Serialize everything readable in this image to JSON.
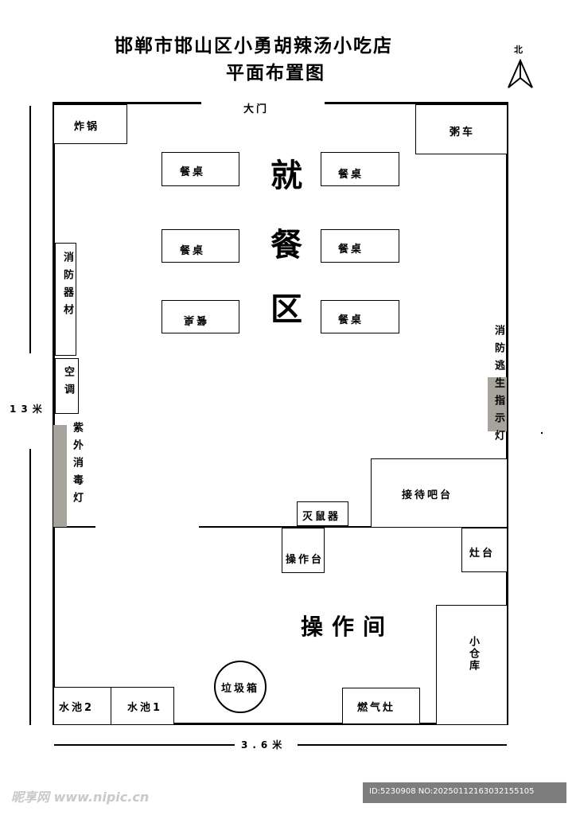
{
  "title": {
    "line1": "邯郸市邯山区小勇胡辣汤小吃店",
    "line2": "平面布置图"
  },
  "north": {
    "label": "北",
    "icon": "north-arrow-icon"
  },
  "entrance": "大门",
  "zones": {
    "dining": [
      "就",
      "餐",
      "区"
    ],
    "kitchen": "操作间"
  },
  "fixtures": {
    "fryer": "炸锅",
    "porridge_cart": "粥车",
    "fire_equipment": "消防器材",
    "air_conditioner": "空调",
    "uv_lamp": "紫外消毒灯",
    "exit_sign": "消防逃生指示灯",
    "reception_bar": "接待吧台",
    "rat_killer": "灭鼠器",
    "work_table": "操作台",
    "stove_counter": "灶台",
    "storage": "小仓库",
    "trash_bin": "垃圾箱",
    "gas_stove": "燃气灶",
    "sink1": "水池1",
    "sink2": "水池2"
  },
  "tables": [
    "餐桌",
    "餐桌",
    "餐桌",
    "餐桌",
    "餐桌",
    "餐桌"
  ],
  "dimensions": {
    "height": "13米",
    "width": "3.6米"
  },
  "watermark": {
    "site": "昵享网 www.nipic.cn",
    "id": "ID:5230908 NO:20250112163032155105"
  },
  "colors": {
    "wall": "#000000",
    "lamp_grey": "#a7a39d",
    "id_bar": "#7d7d7d"
  }
}
